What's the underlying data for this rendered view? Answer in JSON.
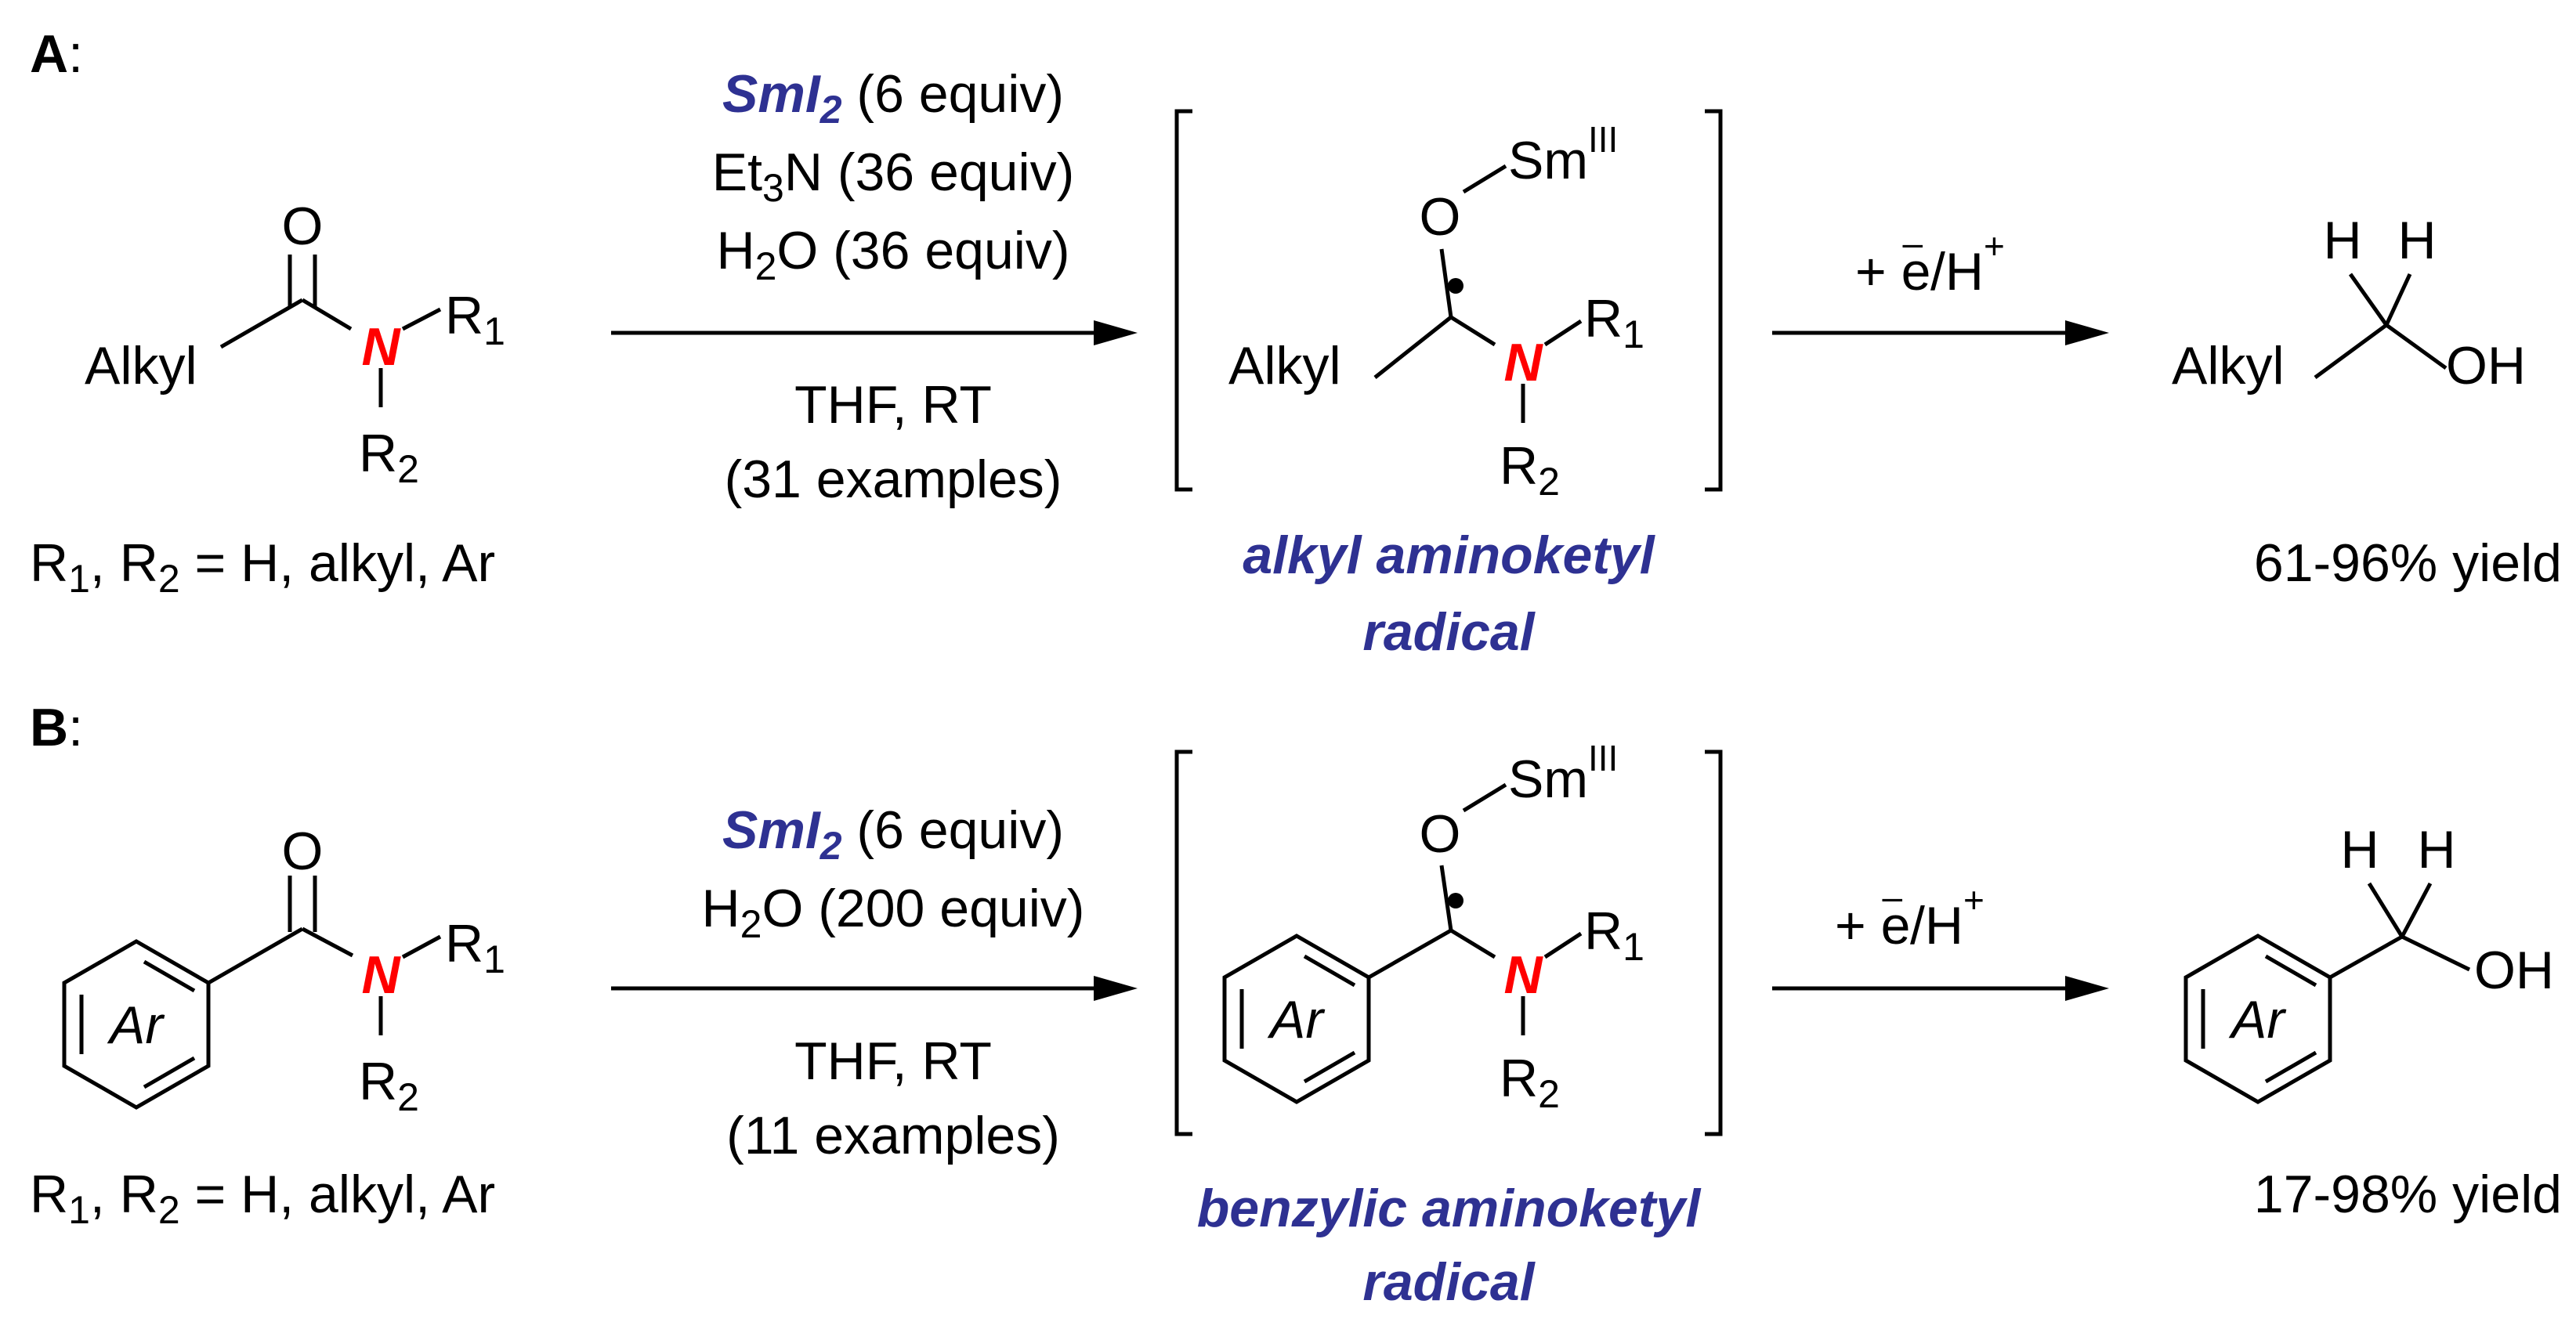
{
  "labels": {
    "alkyl": "Alkyl",
    "oxygen": "O",
    "nitrogen": "N",
    "r": "R",
    "sub_1": "1",
    "sub_2": "2",
    "sub_3": "3",
    "sm": "Sm",
    "sm_ox": "III",
    "hydrogen": "H",
    "hydroxyl": "OH",
    "aryl": "Ar",
    "electron": "e",
    "minus": "–",
    "plus": "+",
    "slash_h": "/H",
    "plus_prefix": "+ "
  },
  "panel_a": {
    "letter": "A",
    "colon": ":",
    "substituents": ", R",
    "substituents_tail": " = H, alkyl, Ar",
    "reagent_name": "SmI",
    "reagent_sub": "2",
    "reagent_amount": " (6 equiv)",
    "amine_prefix": "Et",
    "amine_suffix": "N  (36 equiv)",
    "water_prefix": "H",
    "water_suffix": "O (36 equiv)",
    "solvent": "THF, RT",
    "examples": "(31 examples)",
    "intermediate_line1": "alkyl aminoketyl",
    "intermediate_line2": "radical",
    "yield": "61-96% yield"
  },
  "panel_b": {
    "letter": "B",
    "colon": ":",
    "substituents": ", R",
    "substituents_tail": " = H, alkyl, Ar",
    "reagent_name": "SmI",
    "reagent_sub": "2",
    "reagent_amount": " (6 equiv)",
    "water_prefix": "H",
    "water_suffix": "O (200 equiv)",
    "solvent": "THF, RT",
    "examples": "(11 examples)",
    "intermediate_line1": "benzylic aminoketyl",
    "intermediate_line2": "radical",
    "yield": "17-98% yield"
  },
  "colors": {
    "nitrogen": "#ff0000",
    "accent": "#2e3192",
    "bond": "#000000"
  }
}
